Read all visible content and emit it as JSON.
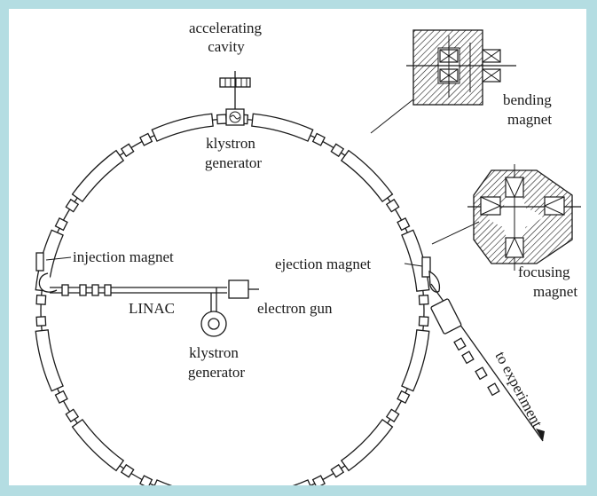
{
  "labels": {
    "accelerating_cavity": [
      "accelerating",
      "cavity"
    ],
    "klystron_top": [
      "klystron",
      "generator"
    ],
    "bending_magnet": [
      "bending",
      "magnet"
    ],
    "focusing_magnet": [
      "focusing",
      "magnet"
    ],
    "injection_magnet": "injection magnet",
    "ejection_magnet": "ejection magnet",
    "linac": "LINAC",
    "electron_gun": "electron gun",
    "klystron_bottom": [
      "klystron",
      "generator"
    ],
    "to_experiment": "to experiment"
  },
  "colors": {
    "frame": "#b4dde2",
    "background": "#ffffff",
    "ink": "#1a1a1a"
  }
}
